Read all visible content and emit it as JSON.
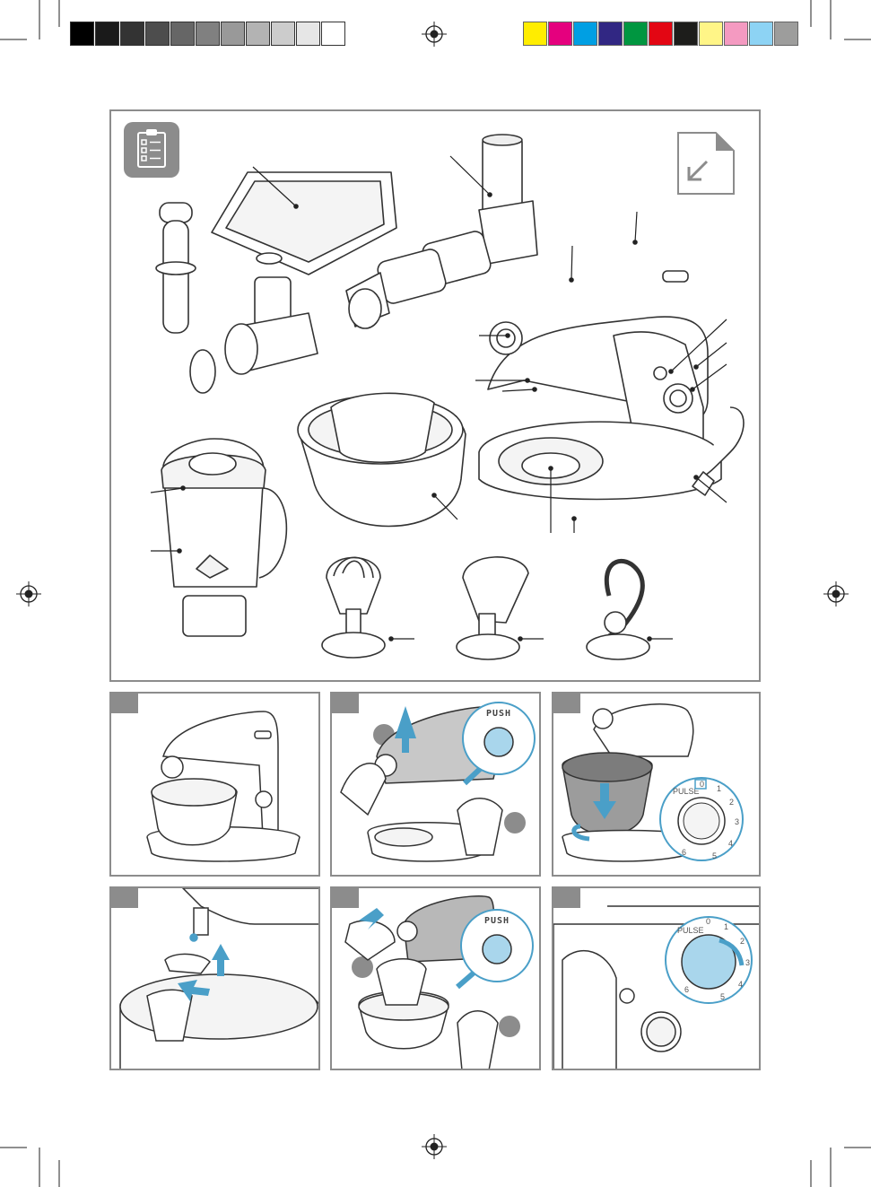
{
  "colors": {
    "frame_border": "#8c8c8c",
    "accent_blue": "#4a9fc8",
    "light_blue": "#a9d6ec",
    "line": "#333333",
    "step_gray": "#8c8c8c",
    "gray_bar": [
      "#000000",
      "#1a1a1a",
      "#333333",
      "#4d4d4d",
      "#666666",
      "#808080",
      "#999999",
      "#b3b3b3",
      "#cccccc",
      "#e6e6e6",
      "#ffffff"
    ],
    "color_bar": [
      "#ffed00",
      "#e5007e",
      "#009fe3",
      "#312783",
      "#009640",
      "#e30613",
      "#1d1d1b",
      "#fff587",
      "#f49ac1",
      "#8dd3f4",
      "#9d9d9c"
    ]
  },
  "icons": {
    "checklist": "clipboard-checklist-icon",
    "fold_page": "page-corner-arrow-icon",
    "registration": "registration-mark-icon"
  },
  "steps": {
    "push_label": "PUSH",
    "dial_labels": {
      "pulse": "PULSE",
      "zero": "0",
      "one": "1",
      "two": "2",
      "three": "3",
      "four": "4",
      "five": "5",
      "six": "6"
    }
  }
}
